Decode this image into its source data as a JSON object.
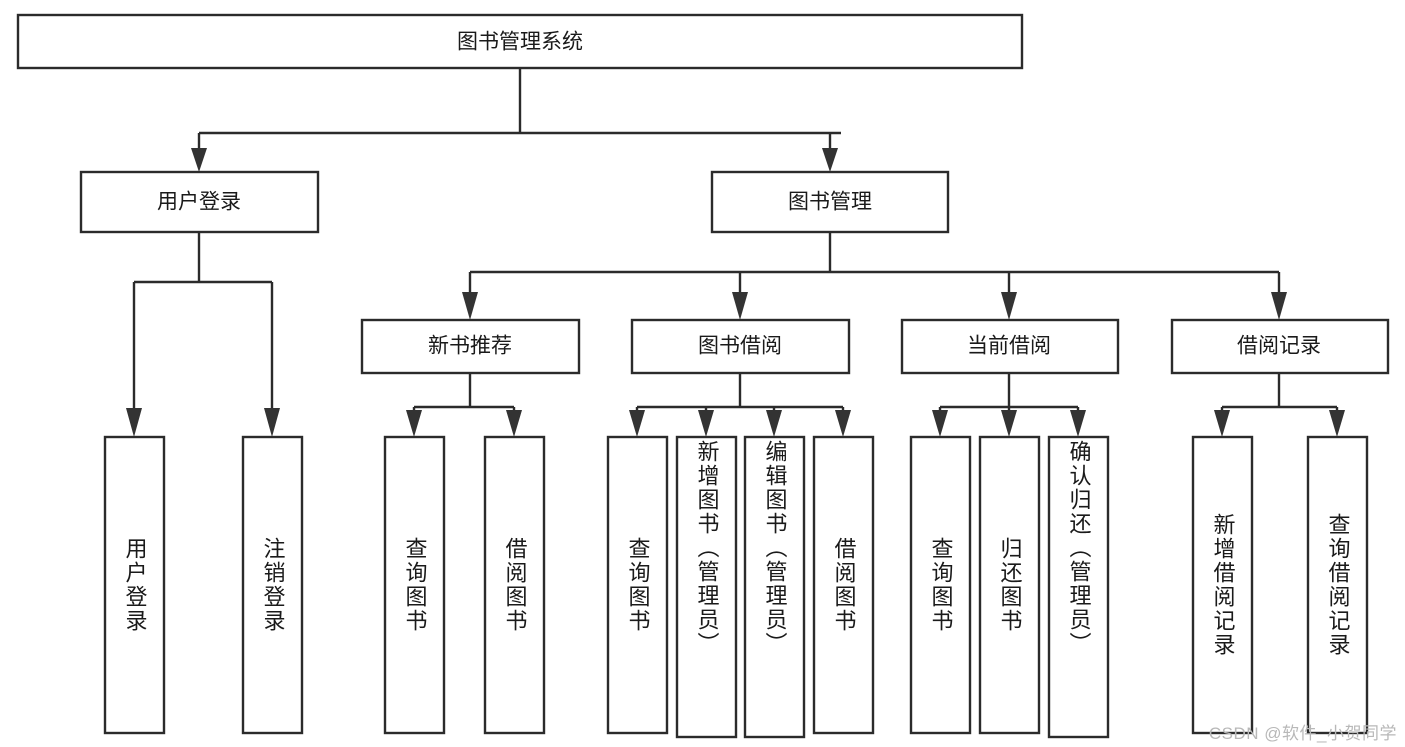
{
  "diagram": {
    "title": "图书管理系统",
    "type": "tree",
    "watermark": "CSDN @软件_小贺同学",
    "colors": {
      "box_stroke": "#2b2b2b",
      "box_fill": "#ffffff",
      "arrow": "#333333",
      "text": "#1a1a1a",
      "watermark": "#b8b8b8",
      "background": "#ffffff"
    },
    "root": {
      "label": "图书管理系统"
    },
    "level2": [
      {
        "label": "用户登录"
      },
      {
        "label": "图书管理"
      }
    ],
    "level3": [
      {
        "label": "新书推荐"
      },
      {
        "label": "图书借阅"
      },
      {
        "label": "当前借阅"
      },
      {
        "label": "借阅记录"
      }
    ],
    "leaves": {
      "user_login": [
        {
          "label": "用户登录"
        },
        {
          "label": "注销登录"
        }
      ],
      "new_book_recommend": [
        {
          "label": "查询图书"
        },
        {
          "label": "借阅图书"
        }
      ],
      "book_borrow": [
        {
          "label": "查询图书"
        },
        {
          "label": "新增图书（管理员）"
        },
        {
          "label": "编辑图书（管理员）"
        },
        {
          "label": "借阅图书"
        }
      ],
      "current_borrow": [
        {
          "label": "查询图书"
        },
        {
          "label": "归还图书"
        },
        {
          "label": "确认归还（管理员）"
        }
      ],
      "borrow_record": [
        {
          "label": "新增借阅记录"
        },
        {
          "label": "查询借阅记录"
        }
      ]
    }
  }
}
